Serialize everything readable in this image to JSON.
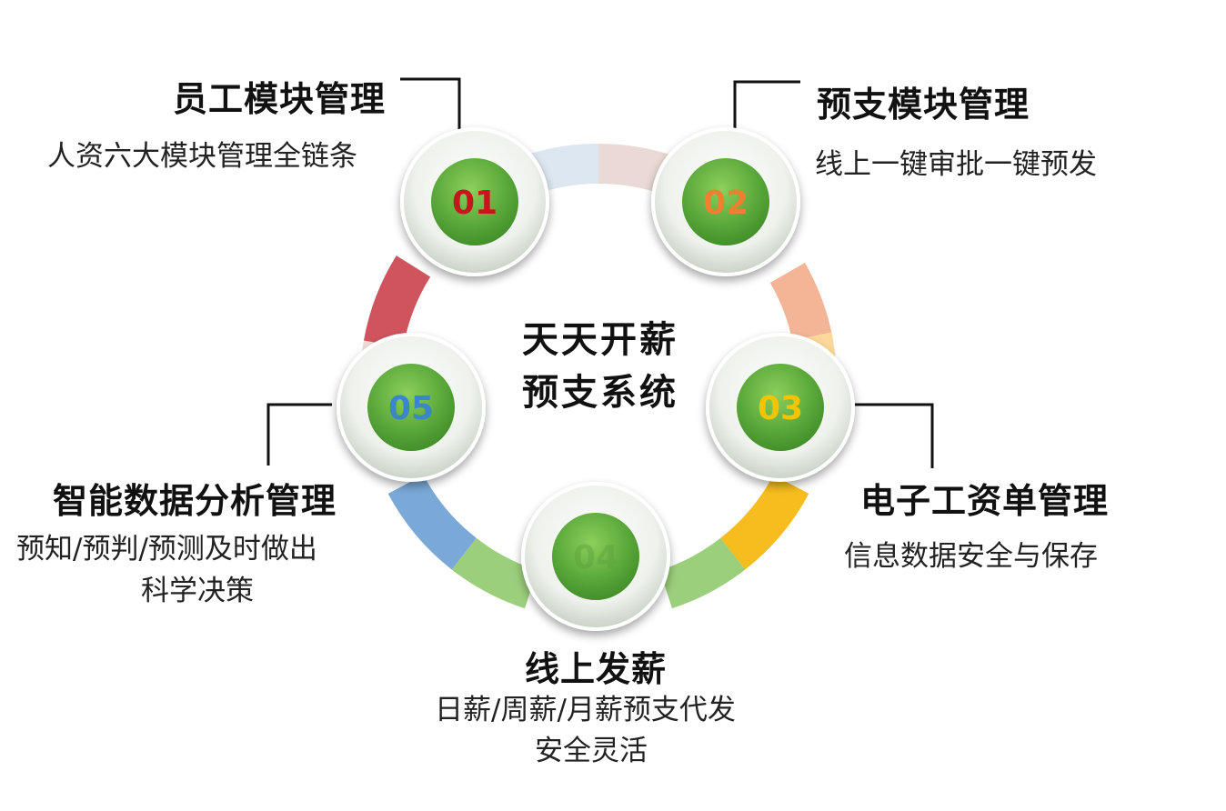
{
  "center": {
    "line1": "天天开薪",
    "line2": "预支系统"
  },
  "nodes": [
    {
      "id": "n1",
      "number": "01",
      "number_color": "#c4161c",
      "title": "员工模块管理",
      "desc": [
        "人资六大模块管理全链条"
      ]
    },
    {
      "id": "n2",
      "number": "02",
      "number_color": "#f08030",
      "title": "预支模块管理",
      "desc": [
        "线上一键审批一键预发"
      ]
    },
    {
      "id": "n3",
      "number": "03",
      "number_color": "#f5c400",
      "title": "电子工资单管理",
      "desc": [
        "信息数据安全与保存"
      ]
    },
    {
      "id": "n4",
      "number": "04",
      "number_color": "#5aa43a",
      "title": "线上发薪",
      "desc": [
        "日薪/周薪/月薪预支代发",
        "安全灵活"
      ]
    },
    {
      "id": "n5",
      "number": "05",
      "number_color": "#3a86c8",
      "title": "智能数据分析管理",
      "desc": [
        "预知/预判/预测及时做出",
        "科学决策"
      ]
    }
  ],
  "ring_colors": {
    "top": "#dde7f1",
    "top_right": "#ead9d4",
    "right_upper": "#f3b596",
    "right_lower": "#fcd89a",
    "bottom_right": "#f7bd1e",
    "bottom_right2": "#9ccf7c",
    "bottom_left2": "#9ccf7c",
    "bottom_left": "#7aa9d8",
    "left_lower": "#f0dcd6",
    "left_upper": "#d0545d",
    "node_green": "#5fae3a"
  }
}
